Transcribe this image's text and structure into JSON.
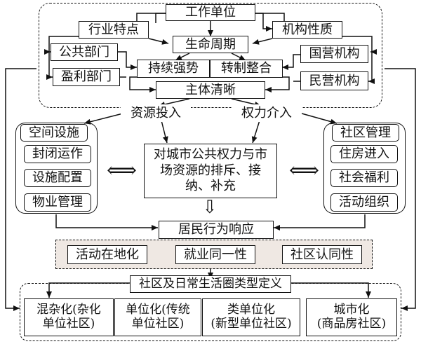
{
  "top": {
    "work_unit": "工作单位",
    "industry_feature": "行业特点",
    "org_nature": "机构性质",
    "lifecycle": "生命周期",
    "public_sector": "公共部门",
    "profit_sector": "盈利部门",
    "state_owned": "国营机构",
    "private_owned": "民营机构",
    "sustained_strong": "持续强势",
    "restructure": "转制整合",
    "subject_clear": "主体清晰"
  },
  "middle": {
    "resource_input": "资源投入",
    "power_intervention": "权力介入",
    "center_text": "对城市公共权力与市场资源的排斥、接纳、补充"
  },
  "left_group": {
    "title": "空间设施",
    "items": [
      "封闭运作",
      "设施配置",
      "物业管理"
    ]
  },
  "right_group": {
    "title": "社区管理",
    "items": [
      "住房进入",
      "社会福利",
      "活动组织"
    ]
  },
  "response": {
    "title": "居民行为响应",
    "items": [
      "活动在地化",
      "就业同一性",
      "社区认同性"
    ]
  },
  "bottom": {
    "title": "社区及日常生活圈类型定义",
    "types": [
      {
        "line1": "混杂化(杂化",
        "line2": "单位社区)"
      },
      {
        "line1": "单位化(传统",
        "line2": "单位社区)"
      },
      {
        "line1": "类单位化",
        "line2": "(新型单位社区)"
      },
      {
        "line1": "城市化",
        "line2": "(商品房社区)"
      }
    ]
  },
  "symbols": {
    "double_arrow": "⟺",
    "down_arrow": "⇩"
  }
}
